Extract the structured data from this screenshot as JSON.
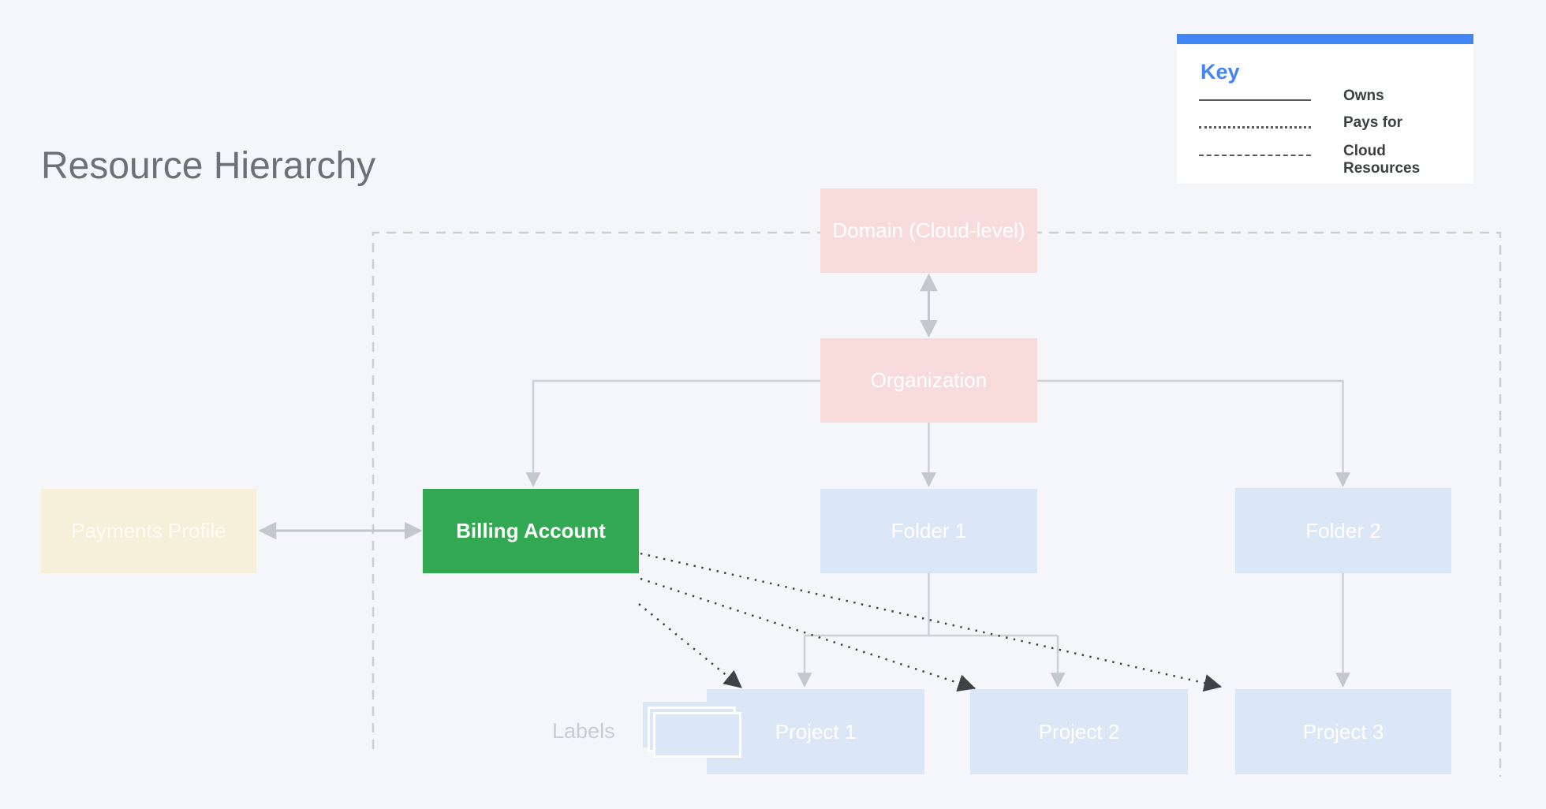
{
  "title": "Resource Hierarchy",
  "key": {
    "heading": "Key",
    "items": [
      {
        "style": "solid",
        "label": "Owns"
      },
      {
        "style": "dotted",
        "label": "Pays for"
      },
      {
        "style": "dashed",
        "label": "Cloud Resources"
      }
    ]
  },
  "nodes": {
    "domain": {
      "label": "Domain (Cloud-level)"
    },
    "organization": {
      "label": "Organization"
    },
    "payments_profile": {
      "label": "Payments Profile"
    },
    "billing_account": {
      "label": "Billing Account"
    },
    "folder1": {
      "label": "Folder 1"
    },
    "folder2": {
      "label": "Folder 2"
    },
    "project1": {
      "label": "Project 1"
    },
    "project2": {
      "label": "Project 2"
    },
    "project3": {
      "label": "Project 3"
    }
  },
  "labels_annotation": "Labels",
  "colors": {
    "background": "#f4f6f9",
    "accent_blue": "#4285f4",
    "node_pink": "#f8dcdb",
    "node_blue": "#dbe6f7",
    "node_cream": "#f6efda",
    "node_green": "#33a852",
    "title_gray": "#6d7175",
    "legend_text": "#3c4043",
    "connector_gray": "#ccd1d6",
    "dotted_dark": "#3f4347",
    "labels_text_gray": "#c9cdd2"
  }
}
